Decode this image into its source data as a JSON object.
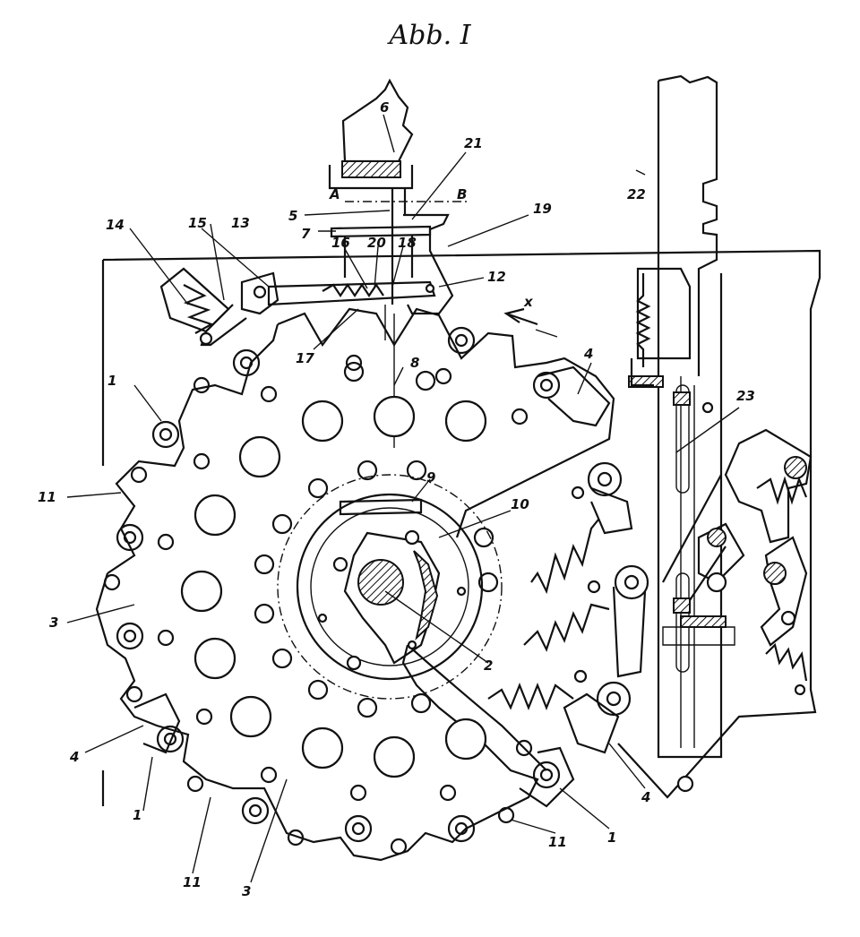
{
  "figure": {
    "title": "Abb. I"
  },
  "labels": [
    {
      "id": "l6",
      "text": "6"
    },
    {
      "id": "l21",
      "text": "21"
    },
    {
      "id": "l22",
      "text": "22"
    },
    {
      "id": "lA",
      "text": "A"
    },
    {
      "id": "lB",
      "text": "B"
    },
    {
      "id": "l5",
      "text": "5"
    },
    {
      "id": "l19",
      "text": "19"
    },
    {
      "id": "l13",
      "text": "13"
    },
    {
      "id": "l15",
      "text": "15"
    },
    {
      "id": "l14",
      "text": "14"
    },
    {
      "id": "l7",
      "text": "7"
    },
    {
      "id": "l16",
      "text": "16"
    },
    {
      "id": "l20",
      "text": "20"
    },
    {
      "id": "l18",
      "text": "18"
    },
    {
      "id": "l12",
      "text": "12"
    },
    {
      "id": "lX",
      "text": "x"
    },
    {
      "id": "l17",
      "text": "17"
    },
    {
      "id": "l8",
      "text": "8"
    },
    {
      "id": "l4a",
      "text": "4"
    },
    {
      "id": "l1a",
      "text": "1"
    },
    {
      "id": "l23",
      "text": "23"
    },
    {
      "id": "l11a",
      "text": "11"
    },
    {
      "id": "l9",
      "text": "9"
    },
    {
      "id": "l10",
      "text": "10"
    },
    {
      "id": "l3a",
      "text": "3"
    },
    {
      "id": "l2",
      "text": "2"
    },
    {
      "id": "l4b",
      "text": "4"
    },
    {
      "id": "l4c",
      "text": "4"
    },
    {
      "id": "l1b",
      "text": "1"
    },
    {
      "id": "l11b",
      "text": "11"
    },
    {
      "id": "l3b",
      "text": "3"
    },
    {
      "id": "l11c",
      "text": "11"
    },
    {
      "id": "l1c",
      "text": "1"
    }
  ]
}
